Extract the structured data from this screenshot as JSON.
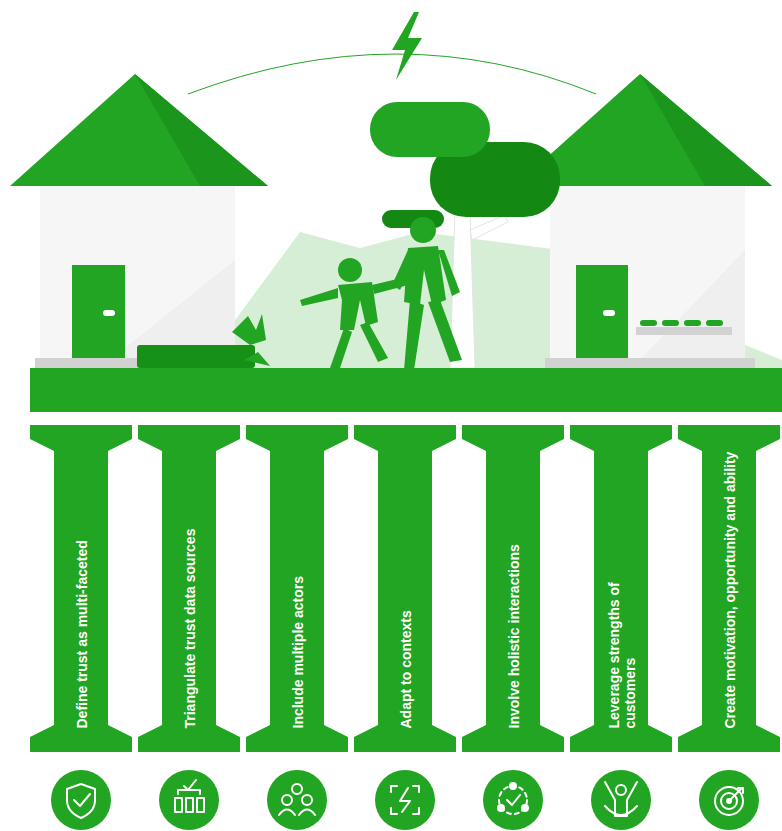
{
  "diagram": {
    "nodes": [
      {
        "text": [
          "Define trust as multi-faceted"
        ]
      },
      {
        "text": [
          "Triangulate trust data sources"
        ]
      },
      {
        "text": [
          "Include multiple actors"
        ]
      },
      {
        "text": [
          "Adapt to contexts"
        ]
      },
      {
        "text": [
          "Involve holistic interactions"
        ]
      },
      {
        "text": [
          "Leverage strengths of customers"
        ]
      },
      {
        "text": [
          "Create motivation, opportunity and ability"
        ]
      }
    ]
  }
}
